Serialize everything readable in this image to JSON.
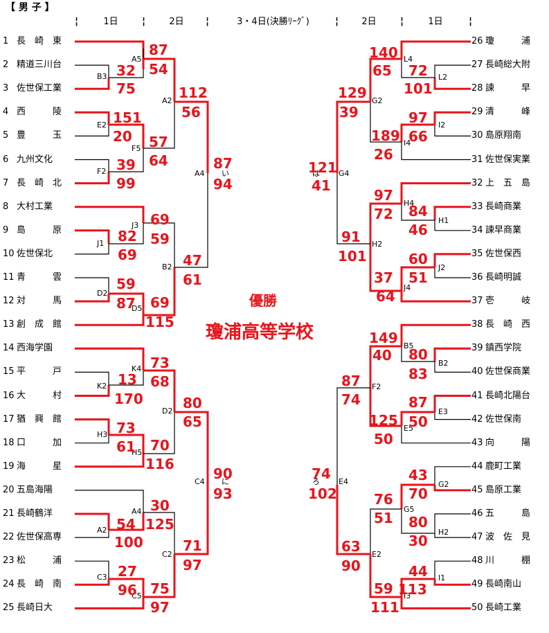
{
  "header": {
    "title": "【 男 子 】",
    "cols": [
      "1日",
      "2日",
      "3・4日(決勝ﾘｰｸﾞ)",
      "2日",
      "1日"
    ],
    "sep": "¦"
  },
  "colors": {
    "win": "#e8141b",
    "lose": "#000000",
    "text": "#000000"
  },
  "champion": {
    "label": "優勝",
    "school": "瓊浦高等学校"
  },
  "teams_left": [
    {
      "no": "1",
      "name": "長　崎　東"
    },
    {
      "no": "2",
      "name": "精道三川台"
    },
    {
      "no": "3",
      "name": "佐世保工業"
    },
    {
      "no": "4",
      "name": "西　　　陵"
    },
    {
      "no": "5",
      "name": "豊　　　玉"
    },
    {
      "no": "6",
      "name": "九州文化"
    },
    {
      "no": "7",
      "name": "長　崎　北"
    },
    {
      "no": "8",
      "name": "大村工業"
    },
    {
      "no": "9",
      "name": "島　　　原"
    },
    {
      "no": "10",
      "name": "佐世保北"
    },
    {
      "no": "11",
      "name": "青　　　雲"
    },
    {
      "no": "12",
      "name": "対　　　馬"
    },
    {
      "no": "13",
      "name": "創　成　館"
    },
    {
      "no": "14",
      "name": "西海学園"
    },
    {
      "no": "15",
      "name": "平　　　戸"
    },
    {
      "no": "16",
      "name": "大　　　村"
    },
    {
      "no": "17",
      "name": "猶　興　館"
    },
    {
      "no": "18",
      "name": "口　　　加"
    },
    {
      "no": "19",
      "name": "海　　　星"
    },
    {
      "no": "20",
      "name": "五島海陽"
    },
    {
      "no": "21",
      "name": "長崎鶴洋"
    },
    {
      "no": "22",
      "name": "佐世保高専"
    },
    {
      "no": "23",
      "name": "松　　　浦"
    },
    {
      "no": "24",
      "name": "長　崎　南"
    },
    {
      "no": "25",
      "name": "長崎日大"
    }
  ],
  "teams_right": [
    {
      "no": "26",
      "name": "瓊　　　浦"
    },
    {
      "no": "27",
      "name": "長崎総大附"
    },
    {
      "no": "28",
      "name": "諫　　　早"
    },
    {
      "no": "29",
      "name": "清　　　峰"
    },
    {
      "no": "30",
      "name": "島原翔南"
    },
    {
      "no": "31",
      "name": "佐世保実業"
    },
    {
      "no": "32",
      "name": "上　五　島"
    },
    {
      "no": "33",
      "name": "長崎商業"
    },
    {
      "no": "34",
      "name": "諫早商業"
    },
    {
      "no": "35",
      "name": "佐世保西"
    },
    {
      "no": "36",
      "name": "長崎明誠"
    },
    {
      "no": "37",
      "name": "壱　　　岐"
    },
    {
      "no": "38",
      "name": "長　崎　西"
    },
    {
      "no": "39",
      "name": "鎮西学院"
    },
    {
      "no": "40",
      "name": "佐世保商業"
    },
    {
      "no": "41",
      "name": "長崎北陽台"
    },
    {
      "no": "42",
      "name": "佐世保南"
    },
    {
      "no": "43",
      "name": "向　　　陽"
    },
    {
      "no": "44",
      "name": "鹿町工業"
    },
    {
      "no": "45",
      "name": "島原工業"
    },
    {
      "no": "46",
      "name": "五　　　島"
    },
    {
      "no": "47",
      "name": "波　佐　見"
    },
    {
      "no": "48",
      "name": "川　　　棚"
    },
    {
      "no": "49",
      "name": "長崎南山"
    },
    {
      "no": "50",
      "name": "長崎工業"
    }
  ],
  "codes": [
    "A5",
    "B3",
    "A2",
    "E2",
    "F5",
    "F2",
    "A4",
    "J3",
    "J1",
    "B2",
    "D2",
    "D5",
    "K4",
    "K2",
    "D2",
    "H3",
    "H5",
    "C4",
    "A4",
    "A2",
    "C2",
    "C3",
    "C5",
    "L4",
    "L2",
    "G2",
    "I2",
    "I4",
    "G4",
    "H4",
    "H1",
    "H2",
    "J2",
    "J4",
    "B5",
    "B2",
    "F2",
    "E3",
    "E5",
    "E4",
    "G2",
    "G5",
    "H2",
    "E2",
    "I1",
    "I3"
  ],
  "marks": [
    "い",
    "は",
    "に",
    "ろ"
  ],
  "scores": [
    "87",
    "54",
    "32",
    "75",
    "112",
    "56",
    "151",
    "20",
    "57",
    "64",
    "39",
    "99",
    "87",
    "94",
    "69",
    "59",
    "82",
    "69",
    "47",
    "61",
    "59",
    "87",
    "69",
    "115",
    "73",
    "68",
    "13",
    "170",
    "80",
    "65",
    "73",
    "61",
    "70",
    "116",
    "90",
    "93",
    "30",
    "125",
    "54",
    "100",
    "71",
    "97",
    "27",
    "96",
    "75",
    "97",
    "140",
    "65",
    "72",
    "101",
    "129",
    "39",
    "97",
    "66",
    "189",
    "26",
    "121",
    "41",
    "97",
    "72",
    "84",
    "46",
    "91",
    "101",
    "60",
    "51",
    "37",
    "64",
    "149",
    "40",
    "80",
    "83",
    "87",
    "74",
    "87",
    "50",
    "125",
    "50",
    "74",
    "102",
    "43",
    "70",
    "76",
    "51",
    "80",
    "30",
    "63",
    "90",
    "44",
    "113",
    "59",
    "111"
  ]
}
